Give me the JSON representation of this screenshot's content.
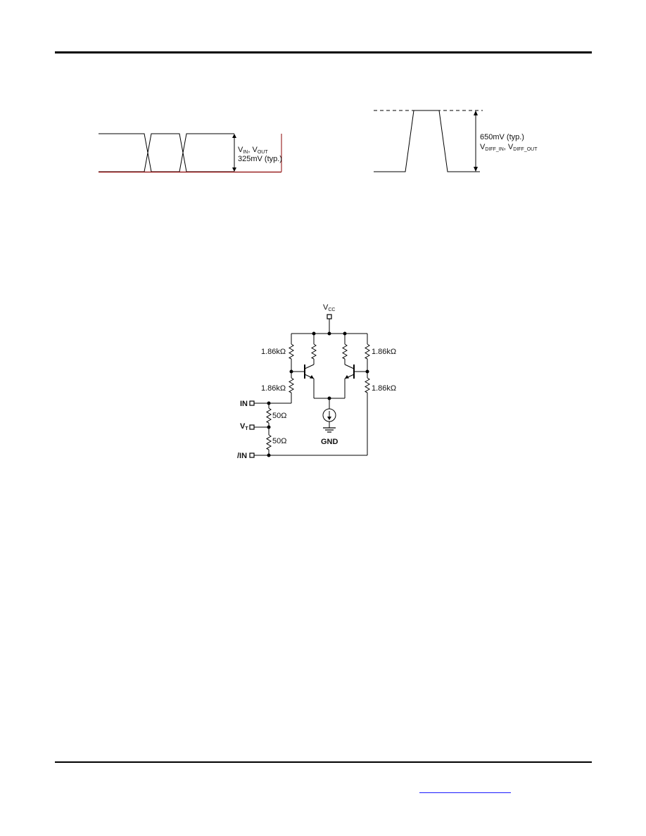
{
  "single_ended_waveform": {
    "label_line1_main_a": "V",
    "label_line1_sub_a": "IN",
    "label_line1_sep": ", ",
    "label_line1_main_b": "V",
    "label_line1_sub_b": "OUT",
    "label_line2": "325mV (typ.)"
  },
  "differential_waveform": {
    "label_line1": "650mV (typ.)",
    "label_line2_main_a": "V",
    "label_line2_sub_a": "DIFF_IN",
    "label_line2_sep": ", ",
    "label_line2_main_b": "V",
    "label_line2_sub_b": "DIFF_OUT"
  },
  "schematic": {
    "vcc_main": "V",
    "vcc_sub": "CC",
    "r_top_left": "1.86kΩ",
    "r_top_right": "1.86kΩ",
    "r_bot_left": "1.86kΩ",
    "r_bot_right": "1.86kΩ",
    "r_term_top": "50Ω",
    "r_term_bot": "50Ω",
    "pin_in": "IN",
    "pin_vt_main": "V",
    "pin_vt_sub": "T",
    "pin_nin": "/IN",
    "gnd": "GND"
  },
  "colors": {
    "red_line": "#8b0000",
    "link_underline": "#1a1aff"
  }
}
